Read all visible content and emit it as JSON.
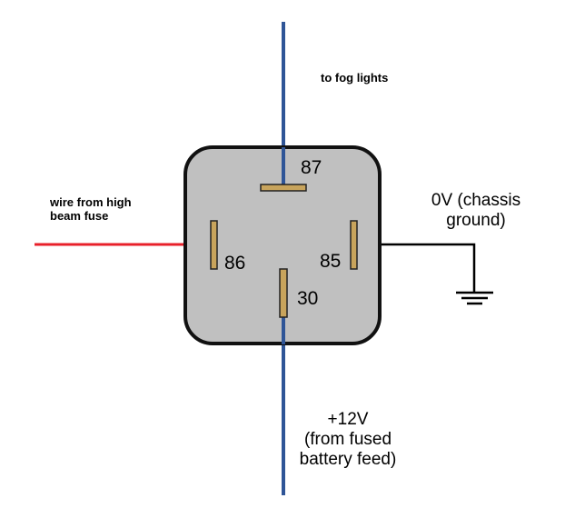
{
  "labels": {
    "top_wire": "to fog lights",
    "left_wire": [
      "wire from high",
      "beam fuse"
    ],
    "right_wire": [
      "0V (chassis",
      "ground)"
    ],
    "bottom_wire": [
      "+12V",
      "(from fused",
      "battery feed)"
    ]
  },
  "pins": {
    "p87": "87",
    "p86": "86",
    "p85": "85",
    "p30": "30"
  },
  "colors": {
    "relay_body": "#c0c0c0",
    "relay_outline": "#111111",
    "pin_fill": "#c8a45c",
    "pin_outline": "#222222",
    "wire_blue": "#2f5597",
    "wire_red": "#e8202a",
    "wire_black": "#000000"
  }
}
